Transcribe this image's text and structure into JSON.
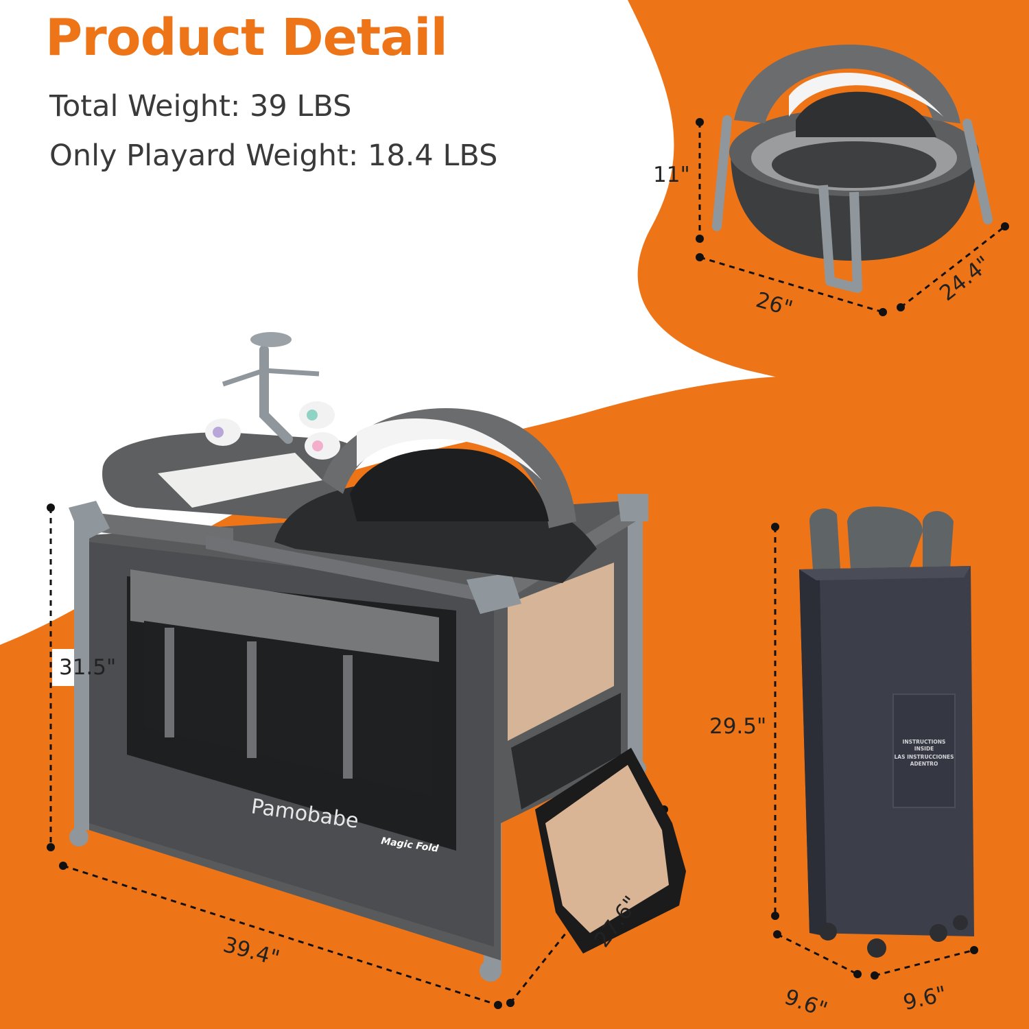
{
  "header": {
    "title": "Product Detail",
    "total_weight": "Total Weight: 39 LBS",
    "playard_weight": "Only Playard Weight: 18.4 LBS"
  },
  "dimensions": {
    "bassinet_height": "11\"",
    "bassinet_width": "26\"",
    "bassinet_depth": "24.4\"",
    "playard_height": "31.5\"",
    "playard_width": "39.4\"",
    "playard_depth": "27.6\"",
    "folded_height": "29.5\"",
    "folded_width": "9.6\"",
    "folded_depth": "9.6\""
  },
  "product_labels": {
    "brand": "Pamobabe",
    "fold_badge": "Magic Fold",
    "bag_label_1": "INSTRUCTIONS",
    "bag_label_2": "INSIDE",
    "bag_label_3": "LAS INSTRUCCIONES",
    "bag_label_4": "ADENTRO"
  },
  "colors": {
    "accent": "#ee7418",
    "fabric": "#5a5a5c",
    "frame": "#8e979e"
  }
}
